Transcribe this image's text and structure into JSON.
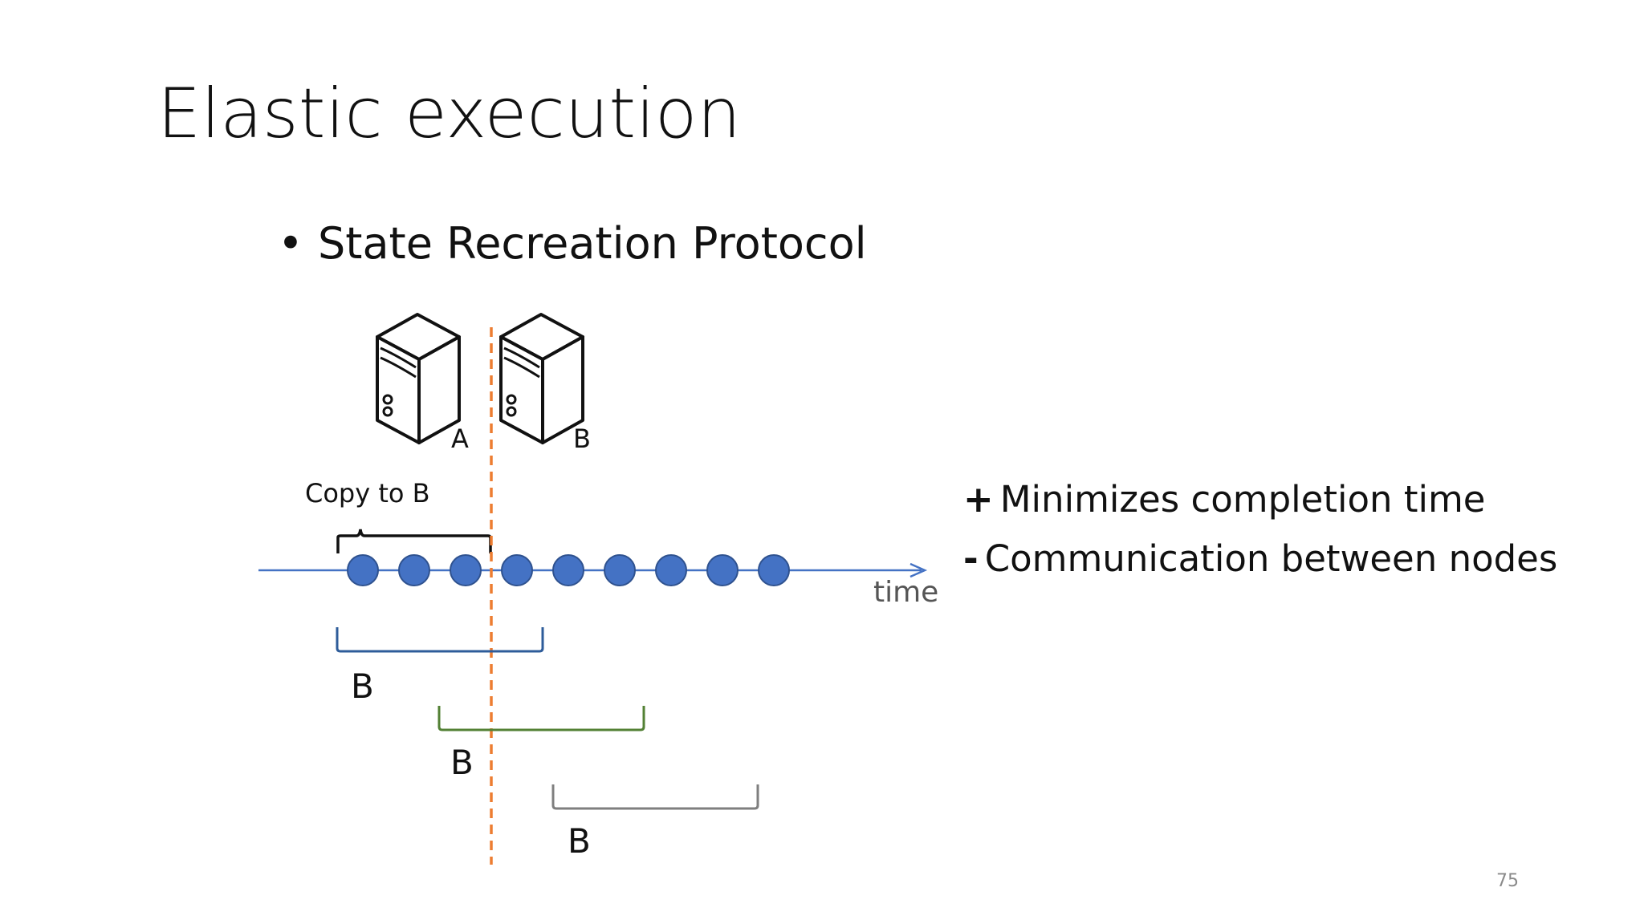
{
  "slide": {
    "title": "Elastic execution",
    "bullet": "State Recreation Protocol",
    "bullet_marker": "•",
    "page_number": "75"
  },
  "diagram": {
    "servers": [
      {
        "label": "A",
        "icon": "server-icon"
      },
      {
        "label": "B",
        "icon": "server-icon"
      }
    ],
    "copy_label": "Copy to B",
    "timeline_label": "time",
    "event_count": 9,
    "window_labels": [
      "B",
      "B",
      "B"
    ],
    "colors": {
      "timeline": "#4472c4",
      "events": "#4472c4",
      "cut_line": "#ed7d31",
      "window_1": "#2e5c9a",
      "window_2": "#538135",
      "window_3": "#7f7f7f"
    }
  },
  "tradeoffs": {
    "pro_sign": "+",
    "pro_text": "Minimizes completion time",
    "con_sign": "-",
    "con_text": "Communication between nodes"
  }
}
